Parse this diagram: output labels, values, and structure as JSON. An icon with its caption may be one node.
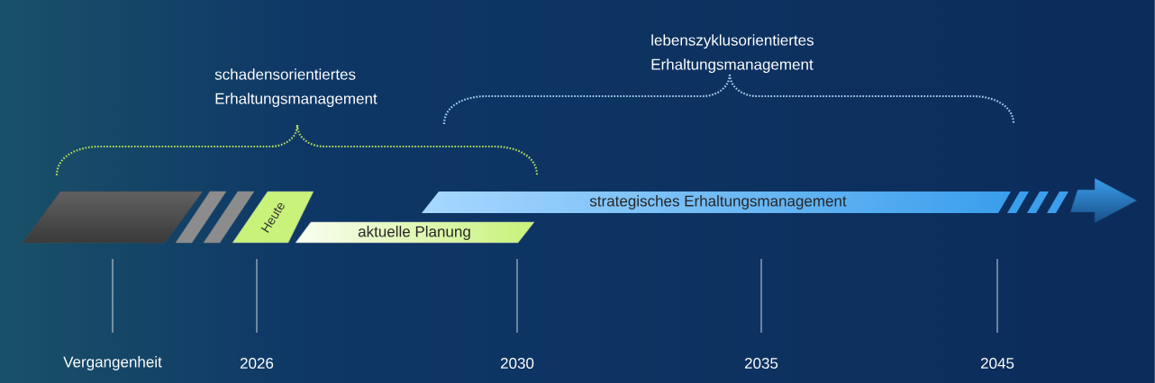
{
  "diagram": {
    "nodes": [
      {
        "text": [],
        "shape": "parallelogram"
      },
      {
        "text": [
          "Heute"
        ]
      },
      {
        "text": [
          "aktuelle Planung"
        ]
      },
      {
        "text": [
          "strategisches Erhaltungsmanagement"
        ]
      }
    ],
    "labels": [
      "schadensorientiertes Erhaltungsmanagement",
      "lebenszyklusorientiertes Erhaltungsmanagement",
      "Vergangenheit",
      "2026",
      "2030",
      "2035",
      "2045"
    ]
  }
}
